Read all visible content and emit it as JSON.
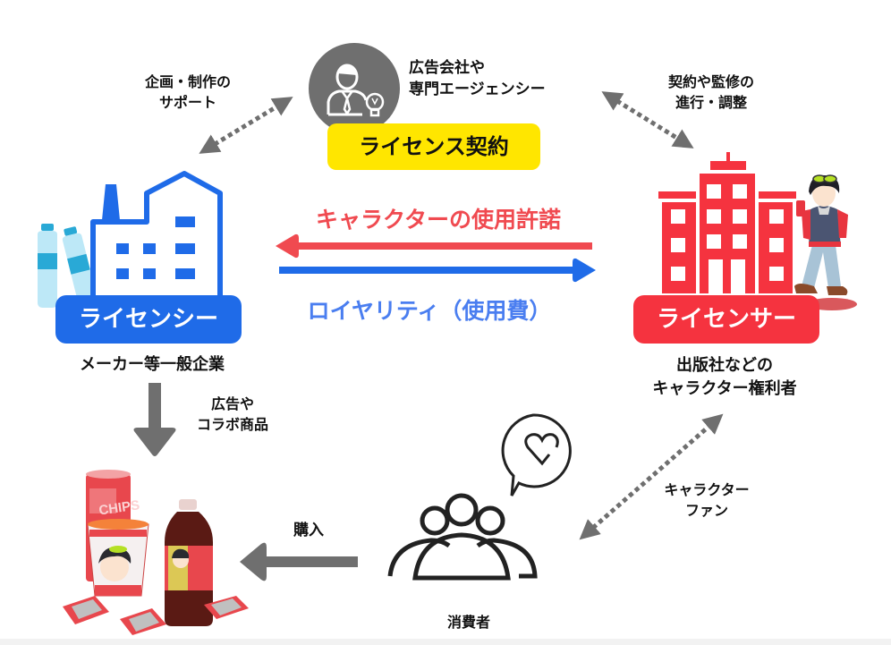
{
  "colors": {
    "licensee_blue": "#1f6be8",
    "licensor_red": "#f5333f",
    "contract_yellow": "#ffe600",
    "arrow_gray": "#6f6f6f",
    "permission_red": "#f04a50",
    "royalty_blue": "#1f6be8",
    "royalty_text_blue": "#4a7ef0",
    "agency_circle": "#6f6f6f"
  },
  "agency": {
    "icon": "businessman-lightbulb-icon",
    "label_line1": "広告会社や",
    "label_line2": "専門エージェンシー"
  },
  "contract": {
    "label": "ライセンス契約"
  },
  "support_note": {
    "line1": "企画・制作の",
    "line2": "サポート"
  },
  "supervision_note": {
    "line1": "契約や監修の",
    "line2": "進行・調整"
  },
  "licensee": {
    "icon": "factory-icon",
    "badge": "ライセンシー",
    "description": "メーカー等一般企業"
  },
  "licensor": {
    "icon": "office-building-icon",
    "badge": "ライセンサー",
    "description_line1": "出版社などの",
    "description_line2": "キャラクター権利者"
  },
  "flows": {
    "permission": "キャラクターの使用許諾",
    "royalty": "ロイヤリティ（使用費）"
  },
  "advertising_note": {
    "line1": "広告や",
    "line2": "コラボ商品"
  },
  "products": {
    "chips_label": "CHIPS"
  },
  "purchase": {
    "label": "購入"
  },
  "consumer": {
    "icon": "people-group-icon",
    "bubble_icon": "heart-speech-bubble-icon",
    "label": "消費者"
  },
  "fan_note": {
    "line1": "キャラクター",
    "line2": "ファン"
  }
}
